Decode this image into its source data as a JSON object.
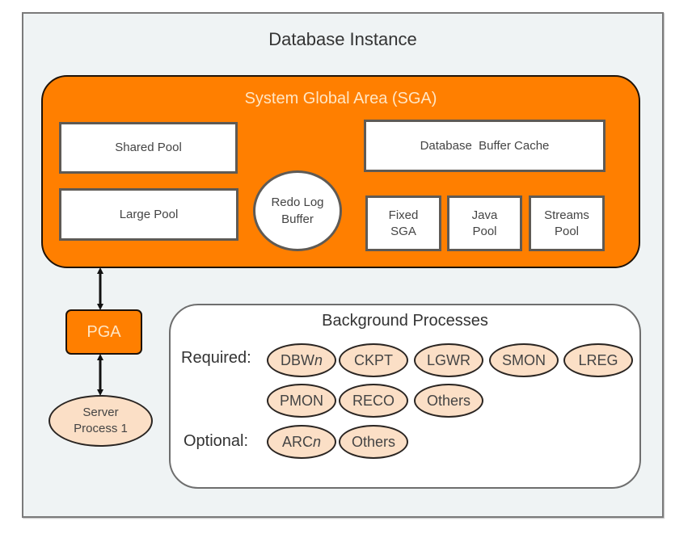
{
  "instance": {
    "title": "Database Instance"
  },
  "sga": {
    "title": "System Global Area (SGA)",
    "components": {
      "shared_pool": "Shared Pool",
      "large_pool": "Large Pool",
      "redo_log_buffer": [
        "Redo Log",
        "Buffer"
      ],
      "database_buffer_cache": "Database  Buffer Cache",
      "fixed_sga": [
        "Fixed",
        "SGA"
      ],
      "java_pool": [
        "Java",
        "Pool"
      ],
      "streams_pool": [
        "Streams",
        "Pool"
      ]
    }
  },
  "pga": {
    "label": "PGA"
  },
  "server_process": {
    "label": [
      "Server",
      "Process 1"
    ]
  },
  "background_processes": {
    "title": "Background Processes",
    "required_label": "Required:",
    "optional_label": "Optional:",
    "required": [
      {
        "name": "DBW",
        "suffix": "n"
      },
      {
        "name": "CKPT",
        "suffix": ""
      },
      {
        "name": "LGWR",
        "suffix": ""
      },
      {
        "name": "SMON",
        "suffix": ""
      },
      {
        "name": "LREG",
        "suffix": ""
      },
      {
        "name": "PMON",
        "suffix": ""
      },
      {
        "name": "RECO",
        "suffix": ""
      },
      {
        "name": "Others",
        "suffix": ""
      }
    ],
    "optional": [
      {
        "name": "ARC",
        "suffix": "n"
      },
      {
        "name": "Others",
        "suffix": ""
      }
    ]
  },
  "colors": {
    "sga_orange": "#ff7f00",
    "process_fill": "#fbdfc6",
    "instance_bg": "#eff3f4"
  }
}
